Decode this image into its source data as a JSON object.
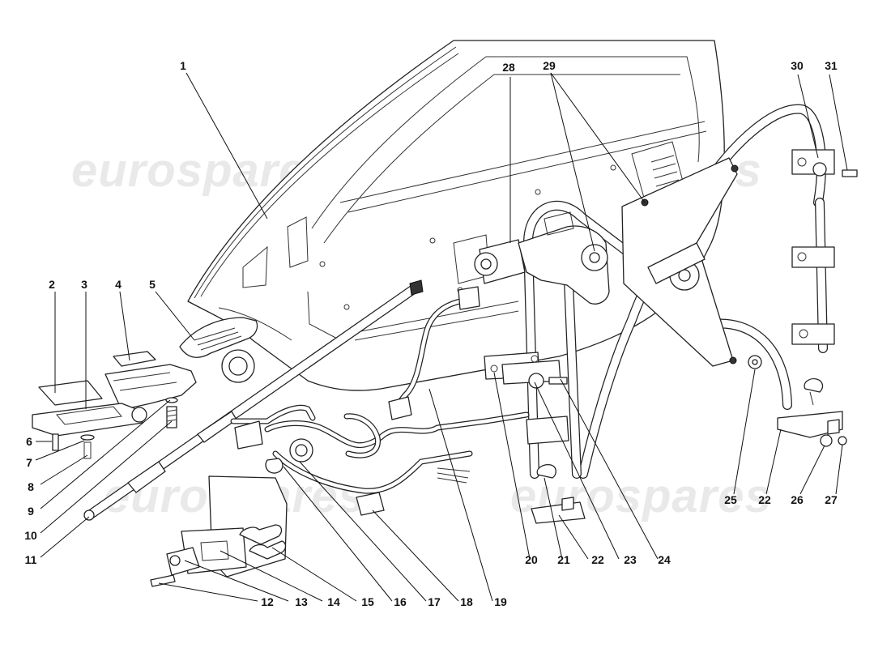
{
  "watermark": {
    "text": "eurospares"
  },
  "callouts": [
    {
      "id": "1",
      "text": "1"
    },
    {
      "id": "2",
      "text": "2"
    },
    {
      "id": "3",
      "text": "3"
    },
    {
      "id": "4",
      "text": "4"
    },
    {
      "id": "5",
      "text": "5"
    },
    {
      "id": "6",
      "text": "6"
    },
    {
      "id": "7",
      "text": "7"
    },
    {
      "id": "8",
      "text": "8"
    },
    {
      "id": "9",
      "text": "9"
    },
    {
      "id": "10",
      "text": "10"
    },
    {
      "id": "11",
      "text": "11"
    },
    {
      "id": "12",
      "text": "12"
    },
    {
      "id": "13",
      "text": "13"
    },
    {
      "id": "14",
      "text": "14"
    },
    {
      "id": "15",
      "text": "15"
    },
    {
      "id": "16",
      "text": "16"
    },
    {
      "id": "17",
      "text": "17"
    },
    {
      "id": "18",
      "text": "18"
    },
    {
      "id": "19",
      "text": "19"
    },
    {
      "id": "20",
      "text": "20"
    },
    {
      "id": "21",
      "text": "21"
    },
    {
      "id": "22a",
      "text": "22"
    },
    {
      "id": "23",
      "text": "23"
    },
    {
      "id": "24",
      "text": "24"
    },
    {
      "id": "25",
      "text": "25"
    },
    {
      "id": "22b",
      "text": "22"
    },
    {
      "id": "26",
      "text": "26"
    },
    {
      "id": "27",
      "text": "27"
    },
    {
      "id": "28",
      "text": "28"
    },
    {
      "id": "29",
      "text": "29"
    },
    {
      "id": "30",
      "text": "30"
    },
    {
      "id": "31",
      "text": "31"
    }
  ]
}
